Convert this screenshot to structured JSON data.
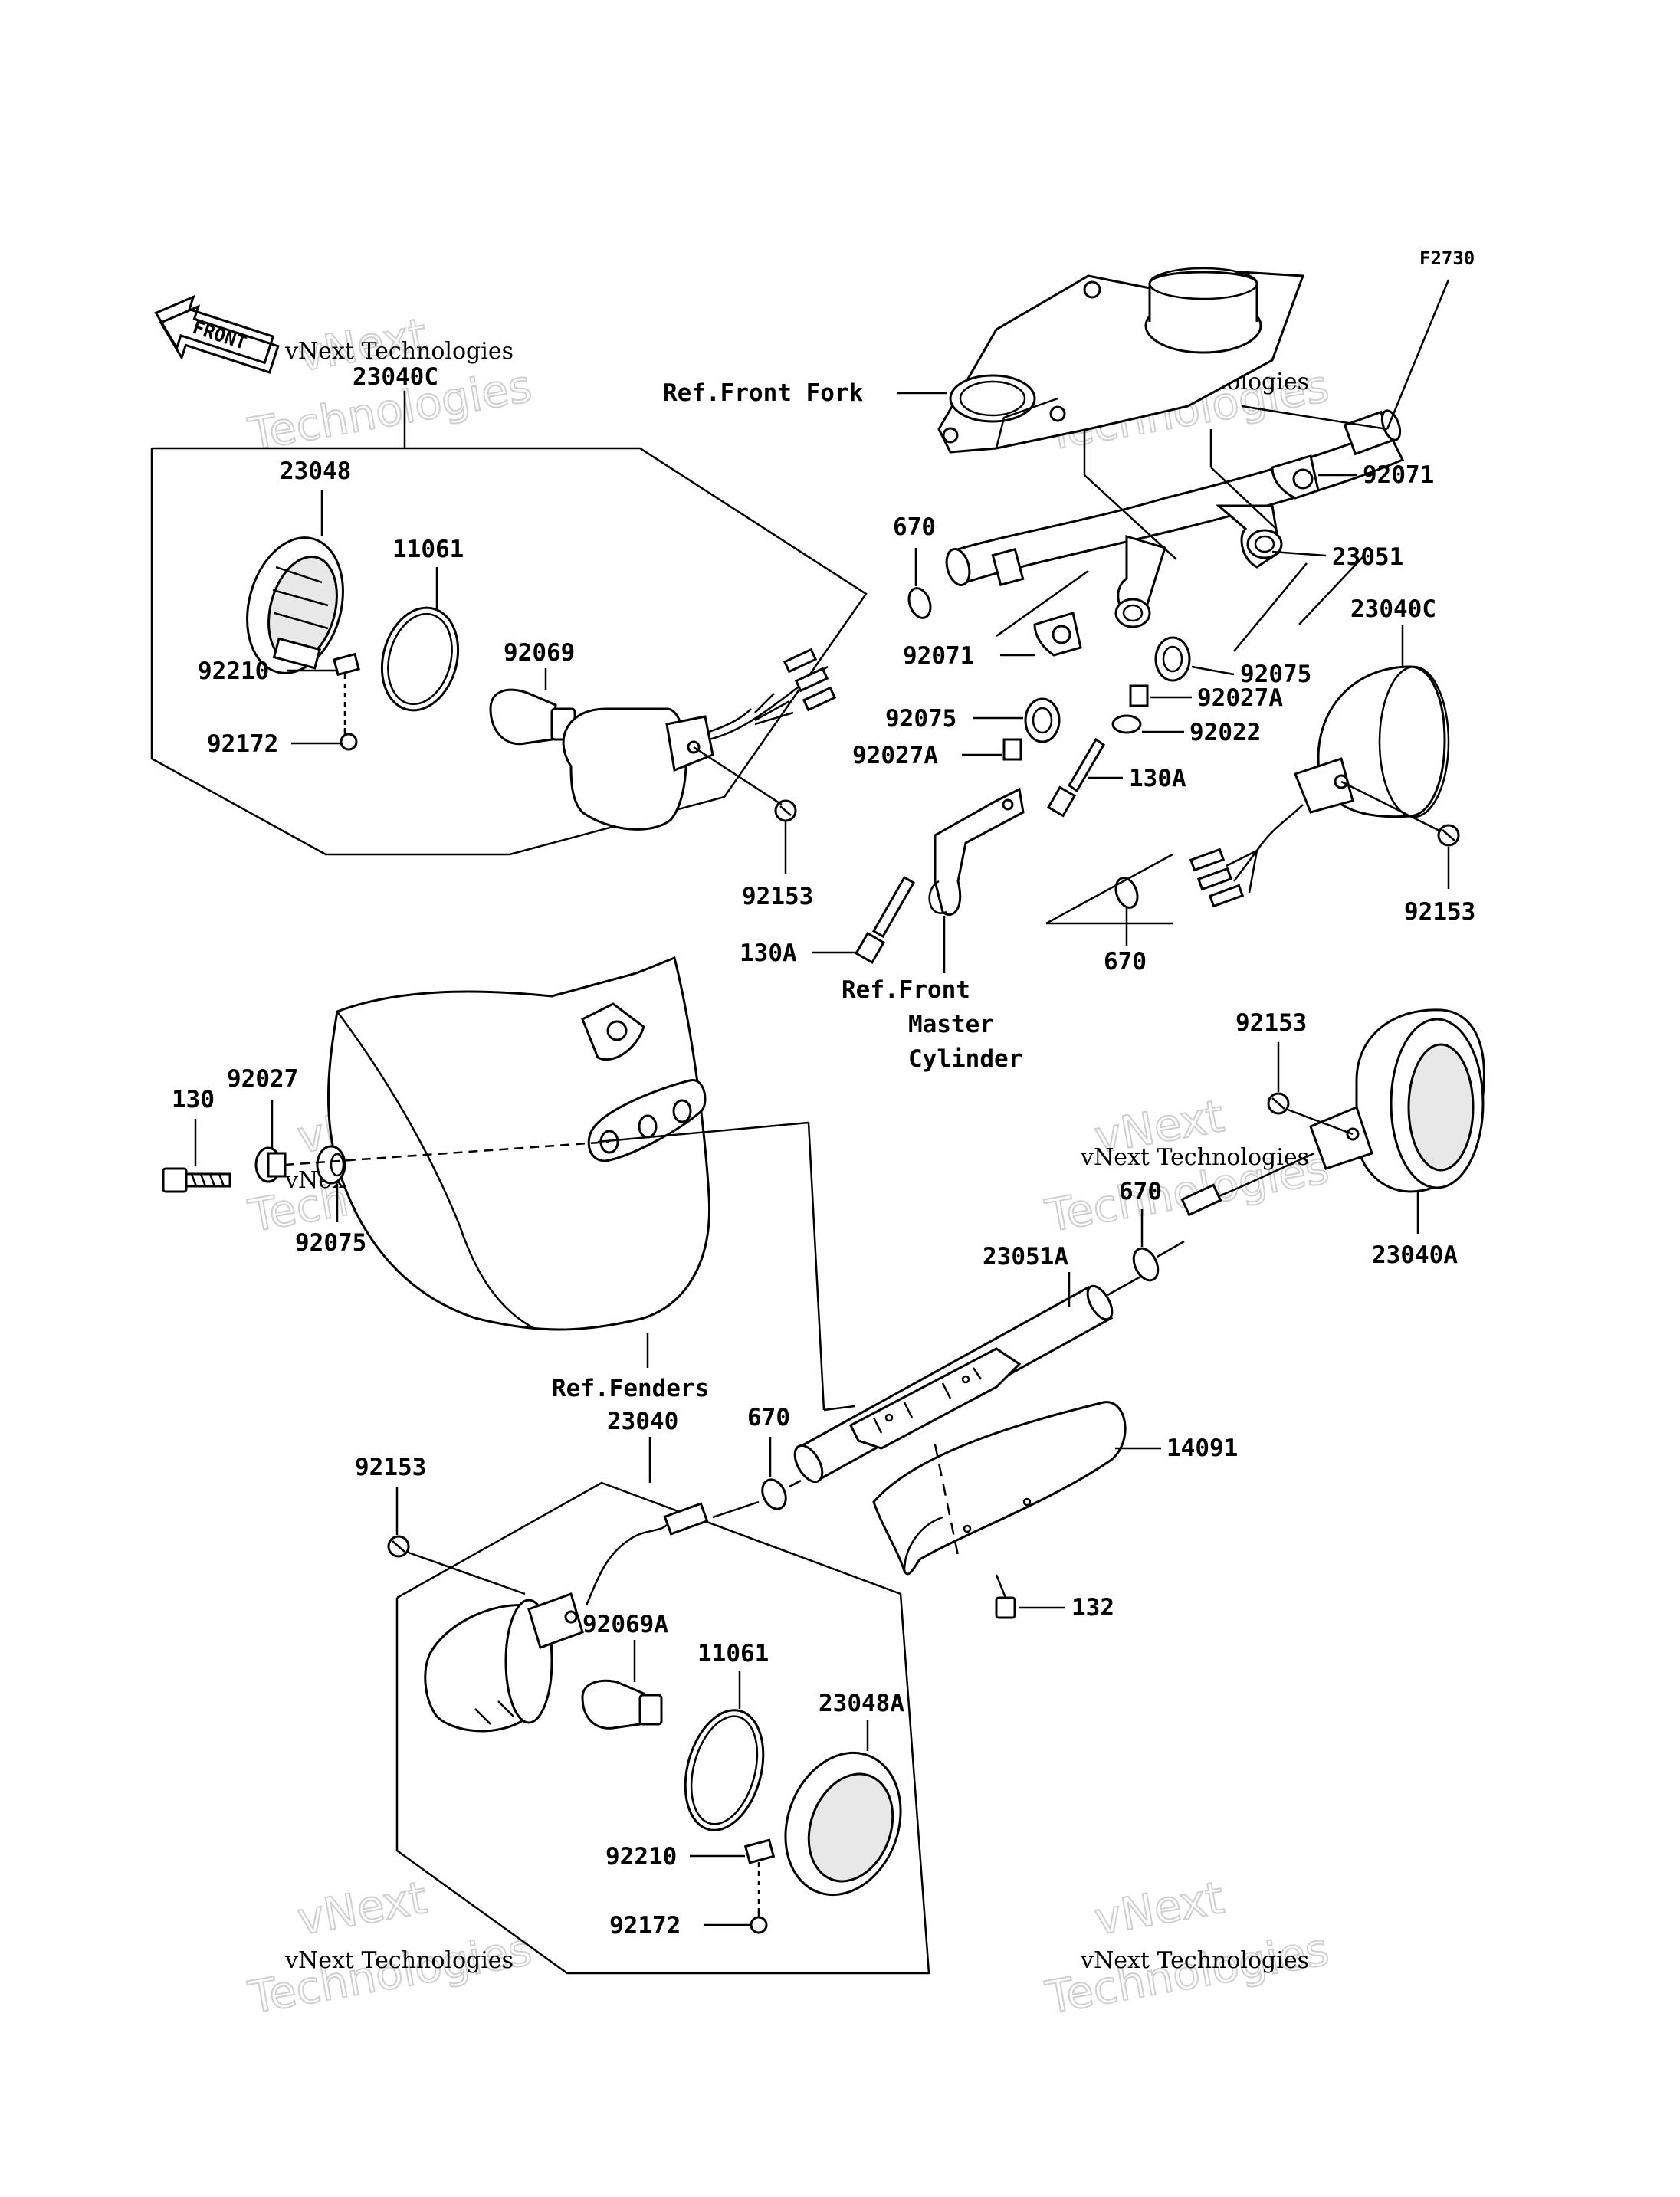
{
  "diagram_id": "F2730",
  "front_arrow": "FRONT",
  "refs": {
    "front_fork": "Ref.Front Fork",
    "front_master_1": "Ref.Front",
    "front_master_2": "Master",
    "front_master_3": "Cylinder",
    "fenders": "Ref.Fenders"
  },
  "parts": {
    "p23040C_top": "23040C",
    "p23048": "23048",
    "p11061_top": "11061",
    "p92069": "92069",
    "p92210_top": "92210",
    "p92172_top": "92172",
    "p670_a": "670",
    "p92071_a": "92071",
    "p92071_b": "92071",
    "p23051": "23051",
    "p92075_a": "92075",
    "p92075_b": "92075",
    "p92027A_a": "92027A",
    "p92027A_b": "92027A",
    "p92022": "92022",
    "p130A_a": "130A",
    "p130A_b": "130A",
    "p92153_a": "92153",
    "p23040C_r": "23040C",
    "p92153_b": "92153",
    "p670_b": "670",
    "p92153_c": "92153",
    "p130": "130",
    "p92027": "92027",
    "p92075_c": "92075",
    "p670_c": "670",
    "p23040A": "23040A",
    "p23051A": "23051A",
    "p23040": "23040",
    "p670_d": "670",
    "p14091": "14091",
    "p92153_d": "92153",
    "p132": "132",
    "p92069A": "92069A",
    "p11061_b": "11061",
    "p23048A": "23048A",
    "p92210_b": "92210",
    "p92172_b": "92172"
  },
  "watermark": {
    "line1": "vNext",
    "line2": "vNext Technologies",
    "line3": "Technologies"
  }
}
